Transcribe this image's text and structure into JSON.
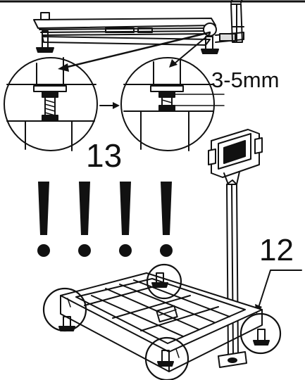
{
  "labels": {
    "gap": "3-5mm",
    "step13": "13",
    "step12": "12"
  },
  "warning_marks": [
    "!",
    "!",
    "!",
    "!"
  ]
}
